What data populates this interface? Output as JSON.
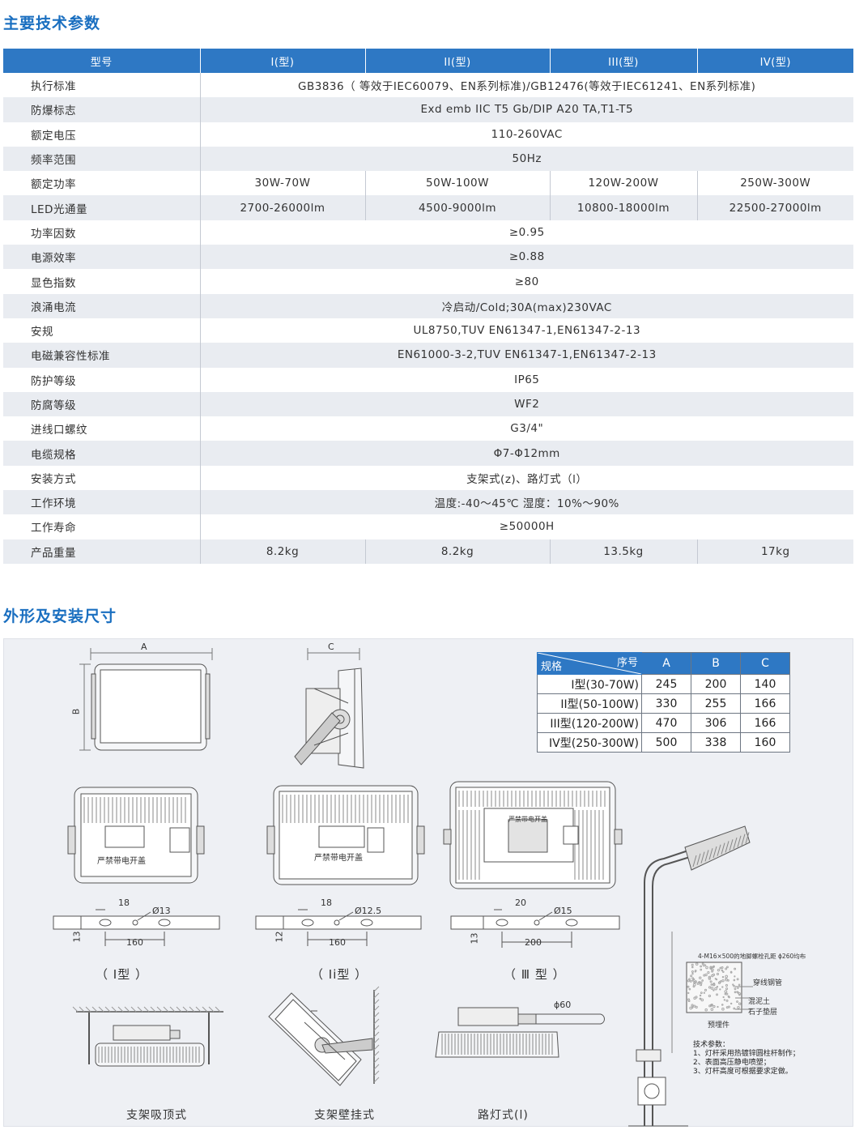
{
  "section1_title": "主要技术参数",
  "section2_title": "外形及安装尺寸",
  "table_header": [
    "型号",
    "I(型)",
    "II(型)",
    "III(型)",
    "IV(型)"
  ],
  "rows": [
    {
      "label": "执行标准",
      "span": "GB3836（ 等效于IEC60079、EN系列标准)/GB12476(等效于IEC61241、EN系列标准)"
    },
    {
      "label": "防爆标志",
      "span": "Exd emb IIC T5 Gb/DIP A20 TA,T1-T5"
    },
    {
      "label": "额定电压",
      "span": "110-260VAC"
    },
    {
      "label": "频率范围",
      "span": "50Hz"
    },
    {
      "label": "额定功率",
      "cells": [
        "30W-70W",
        "50W-100W",
        "120W-200W",
        "250W-300W"
      ]
    },
    {
      "label": "LED光通量",
      "cells": [
        "2700-26000lm",
        "4500-9000lm",
        "10800-18000lm",
        "22500-27000lm"
      ]
    },
    {
      "label": "功率因数",
      "span": "≥0.95"
    },
    {
      "label": "电源效率",
      "span": "≥0.88"
    },
    {
      "label": "显色指数",
      "span": "≥80"
    },
    {
      "label": "浪涌电流",
      "span": "冷启动/Cold;30A(max)230VAC"
    },
    {
      "label": "安规",
      "span": "UL8750,TUV EN61347-1,EN61347-2-13"
    },
    {
      "label": "电磁兼容性标准",
      "span": "EN61000-3-2,TUV EN61347-1,EN61347-2-13"
    },
    {
      "label": "防护等级",
      "span": "IP65"
    },
    {
      "label": "防腐等级",
      "span": "WF2"
    },
    {
      "label": "进线口螺纹",
      "span": "G3/4\""
    },
    {
      "label": "电缆规格",
      "span": "Φ7-Φ12mm"
    },
    {
      "label": "安装方式",
      "span": "支架式(z)、路灯式（l）"
    },
    {
      "label": "工作环境",
      "span": "温度:-40～45℃ 湿度：10%～90%"
    },
    {
      "label": "工作寿命",
      "span": "≥50000H"
    },
    {
      "label": "产品重量",
      "cells": [
        "8.2kg",
        "8.2kg",
        "13.5kg",
        "17kg"
      ]
    }
  ],
  "dim_table": {
    "seq_label": "序号",
    "spec_label": "规格",
    "cols": [
      "A",
      "B",
      "C"
    ],
    "rows": [
      {
        "size": "I型(30-70W)",
        "vals": [
          "245",
          "200",
          "140"
        ]
      },
      {
        "size": "II型(50-100W)",
        "vals": [
          "330",
          "255",
          "166"
        ]
      },
      {
        "size": "III型(120-200W)",
        "vals": [
          "470",
          "306",
          "166"
        ]
      },
      {
        "size": "IV型(250-300W)",
        "vals": [
          "500",
          "338",
          "160"
        ]
      }
    ]
  },
  "drawing_labels": {
    "dim_a": "A",
    "dim_b": "B",
    "dim_c": "C",
    "cover_warning_1": "严禁带电开盖",
    "cover_warning_2": "严禁带电开盖",
    "cover_warning_3": "严禁带电开盖",
    "type1_offset": "18",
    "type1_hole": "Ø13",
    "type1_height": "13",
    "type1_span": "160",
    "type2_offset": "18",
    "type2_hole": "Ø12.5",
    "type2_height": "12",
    "type2_span": "160",
    "type3_offset": "20",
    "type3_hole": "Ø15",
    "type3_height": "13",
    "type3_span": "200",
    "type1_caption": "（ I型 ）",
    "type2_caption": "（ Ii型 ）",
    "type3_caption": "（ Ⅲ 型 ）",
    "pipe_dia": "ϕ60",
    "mount_ceiling": "支架吸顶式",
    "mount_wall": "支架壁挂式",
    "mount_street": "路灯式(l)",
    "pole_bolts": "4-M16×500的地脚螺栓孔距 ϕ260均布",
    "pole_conduit": "穿线钢管",
    "pole_concrete": "混泥土",
    "pole_gravel": "石子垫层",
    "pole_embedded": "预埋件",
    "tech_title": "技术参数：",
    "tech_1": "1、灯杆采用热镀锌圆柱杆制作；",
    "tech_2": "2、表面高压静电喷塑；",
    "tech_3": "3、灯杆高度可根据要求定做。"
  }
}
